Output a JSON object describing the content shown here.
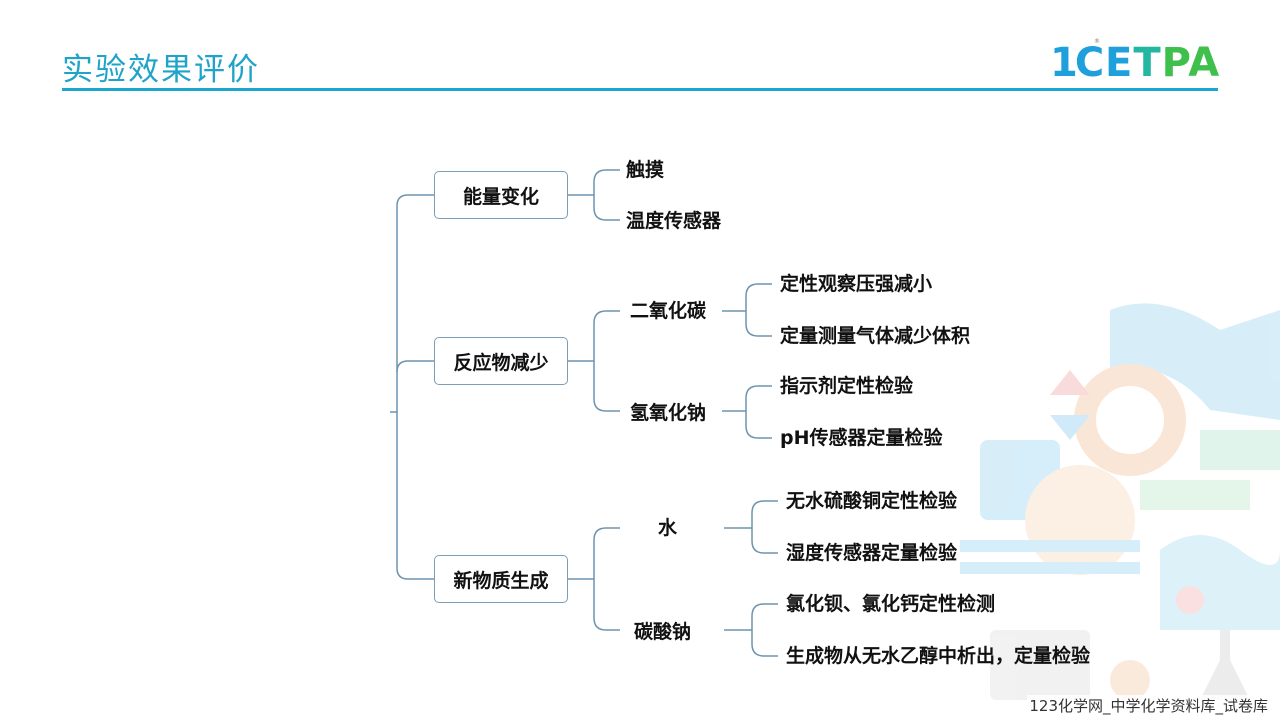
{
  "slide": {
    "title": "实验效果评价",
    "logo": {
      "prefix": "1C",
      "word_e": "E",
      "word_t": "T",
      "word_pa": "PA"
    },
    "watermark": "123化学网_中学化学资料库_试卷库"
  },
  "mindmap": {
    "branches": [
      {
        "label": "能量变化",
        "children": [
          {
            "label": "触摸"
          },
          {
            "label": "温度传感器"
          }
        ]
      },
      {
        "label": "反应物减少",
        "children": [
          {
            "label": "二氧化碳",
            "children": [
              {
                "label": "定性观察压强减小"
              },
              {
                "label": "定量测量气体减少体积"
              }
            ]
          },
          {
            "label": "氢氧化钠",
            "children": [
              {
                "label": "指示剂定性检验"
              },
              {
                "label": "pH传感器定量检验"
              }
            ]
          }
        ]
      },
      {
        "label": "新物质生成",
        "children": [
          {
            "label": "水",
            "children": [
              {
                "label": "无水硫酸铜定性检验"
              },
              {
                "label": "湿度传感器定量检验"
              }
            ]
          },
          {
            "label": "碳酸钠",
            "children": [
              {
                "label": "氯化钡、氯化钙定性检测"
              },
              {
                "label": "生成物从无水乙醇中析出，定量检验"
              }
            ]
          }
        ]
      }
    ]
  }
}
